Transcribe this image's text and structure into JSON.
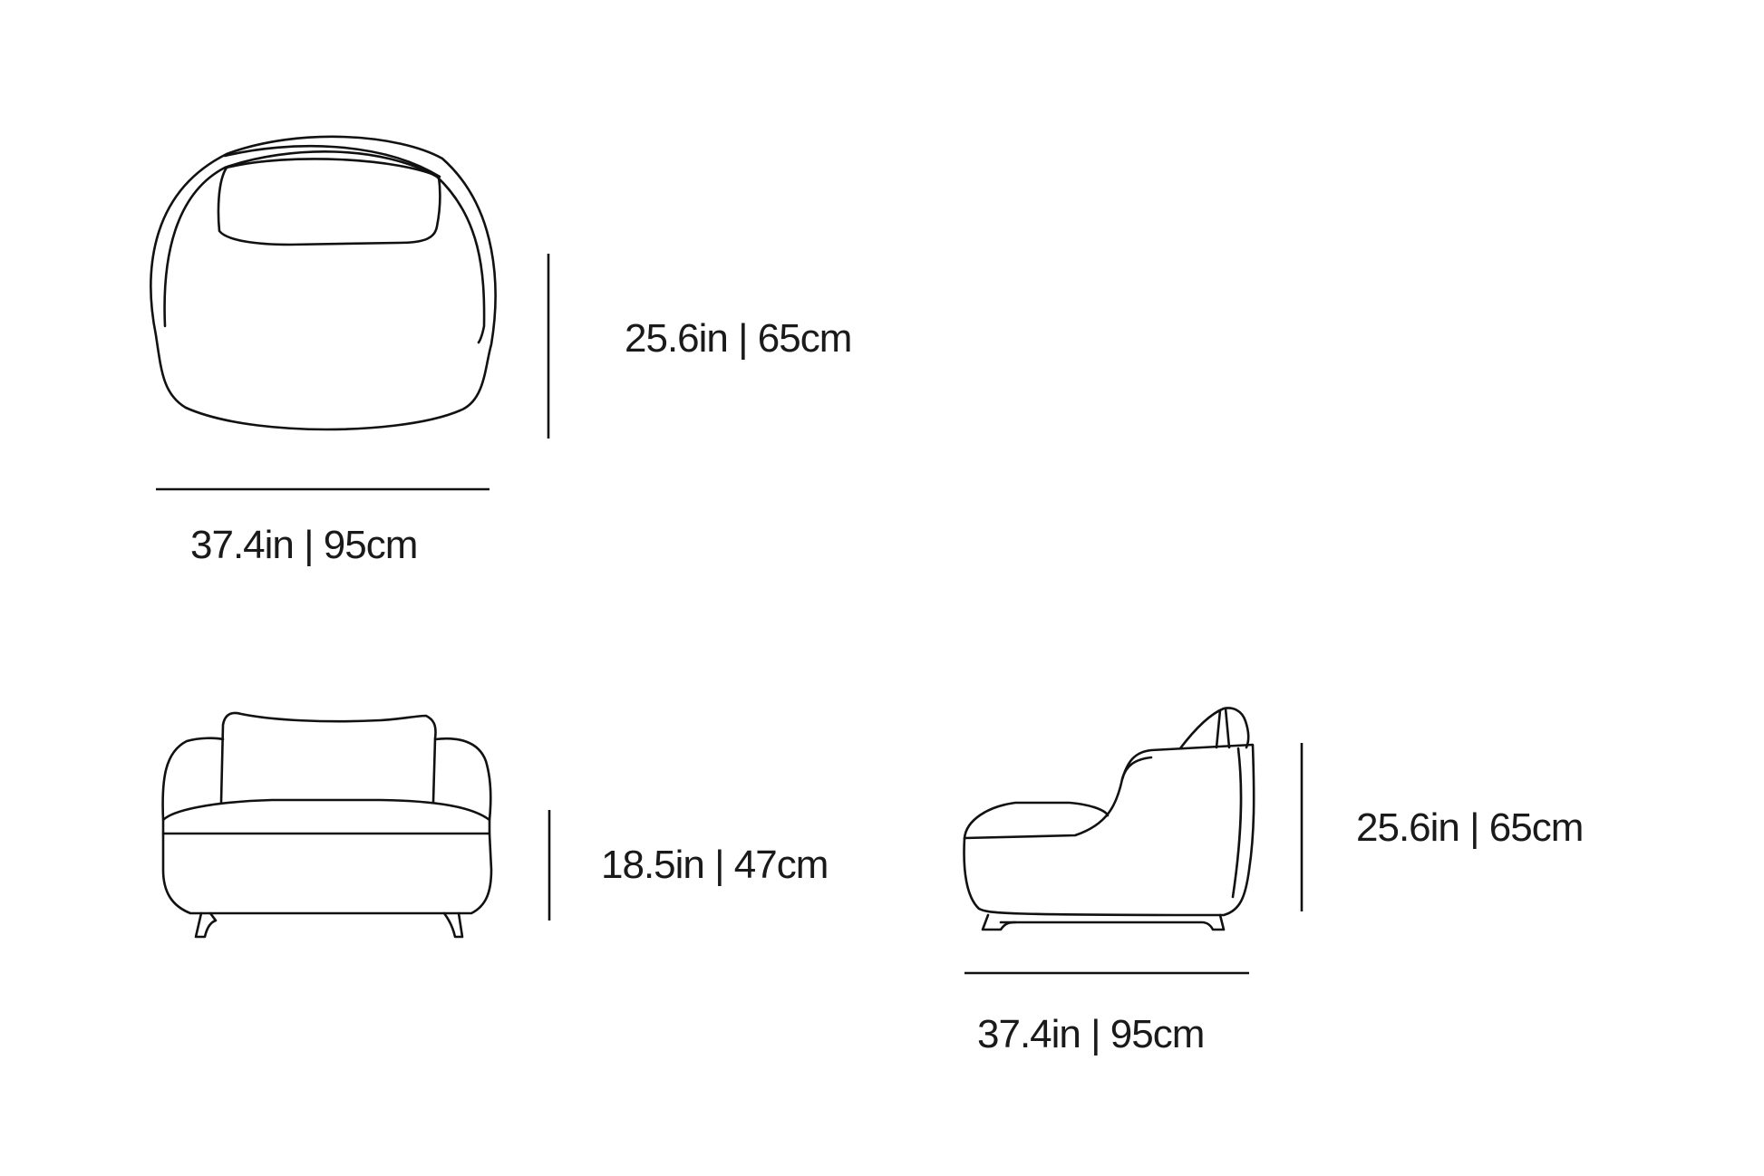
{
  "top_view": {
    "depth_label": "25.6in | 65cm",
    "width_label": "37.4in | 95cm"
  },
  "front_view": {
    "seat_height_label": "18.5in | 47cm"
  },
  "side_view": {
    "height_label": "25.6in | 65cm",
    "depth_label": "37.4in | 95cm"
  },
  "colors": {
    "line": "#111111",
    "text": "#1a1a1a",
    "background": "#ffffff"
  }
}
